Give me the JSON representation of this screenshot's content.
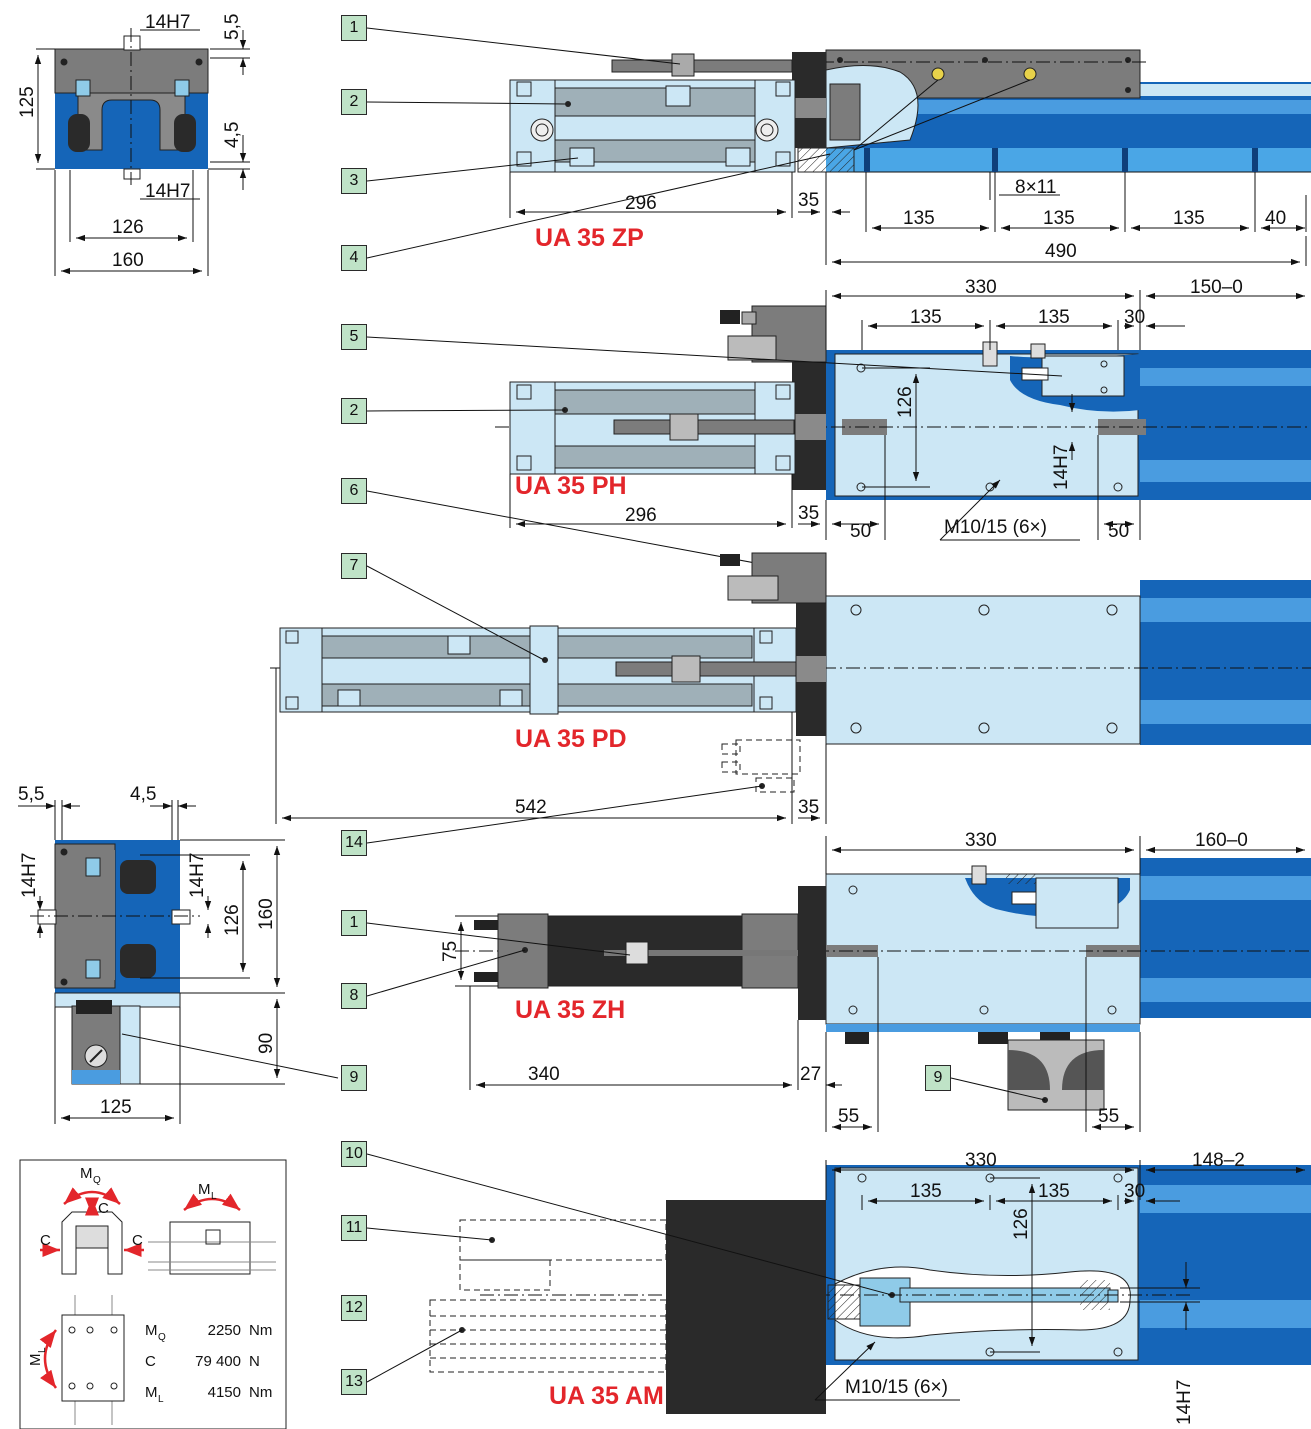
{
  "colors": {
    "blue_dark": "#1565b8",
    "blue_mid": "#4a9ce0",
    "blue_light": "#cce7f5",
    "steel_gray": "#8a8a8a",
    "dark_gray": "#3a3a3a",
    "callout_bg": "#bfe3c7",
    "model_label": "#e3262b"
  },
  "models": {
    "zp": "UA 35 ZP",
    "ph": "UA 35 PH",
    "pd": "UA 35 PD",
    "zh": "UA 35 ZH",
    "am": "UA 35 AM"
  },
  "callouts": {
    "c1a": "1",
    "c2a": "2",
    "c3": "3",
    "c4": "4",
    "c5": "5",
    "c2b": "2",
    "c6": "6",
    "c7": "7",
    "c14": "14",
    "c1b": "1",
    "c8": "8",
    "c9a": "9",
    "c9b": "9",
    "c10": "10",
    "c11": "11",
    "c12": "12",
    "c13": "13"
  },
  "dims": {
    "tl_14h7_top": "14H7",
    "tl_5_5": "5,5",
    "tl_125": "125",
    "tl_4_5": "4,5",
    "tl_14h7_bot": "14H7",
    "tl_126": "126",
    "tl_160": "160",
    "zp_296": "296",
    "zp_35": "35",
    "zp_8x11": "8×11",
    "zp_135a": "135",
    "zp_135b": "135",
    "zp_135c": "135",
    "zp_40": "40",
    "zp_490": "490",
    "ph_330": "330",
    "ph_150_0": "150–0",
    "ph_135a": "135",
    "ph_135b": "135",
    "ph_30": "30",
    "ph_126": "126",
    "ph_14h7": "14H7",
    "ph_296": "296",
    "ph_35": "35",
    "ph_50a": "50",
    "ph_m10": "M10/15 (6×)",
    "ph_50b": "50",
    "pd_542": "542",
    "pd_35": "35",
    "ml_5_5": "5,5",
    "ml_4_5": "4,5",
    "ml_14h7_left": "14H7",
    "ml_14h7_right": "14H7",
    "ml_126": "126",
    "ml_160": "160",
    "ml_90": "90",
    "ml_125": "125",
    "zh_330": "330",
    "zh_160_0": "160–0",
    "zh_75": "75",
    "zh_340": "340",
    "zh_27": "27",
    "zh_55a": "55",
    "zh_55b": "55",
    "am_330": "330",
    "am_148_2": "148–2",
    "am_135a": "135",
    "am_135b": "135",
    "am_30": "30",
    "am_126": "126",
    "am_m10": "M10/15 (6×)",
    "am_14h7": "14H7"
  },
  "legend": {
    "mq_label": "M",
    "mq_sub": "Q",
    "ml_label": "M",
    "ml_sub": "L",
    "c_top": "C",
    "c_left": "C",
    "c_right": "C",
    "ml_side": "M",
    "ml_side_sub": "L",
    "rows": [
      {
        "sym": "M",
        "sub": "Q",
        "value": "2250",
        "unit": "Nm"
      },
      {
        "sym": "C",
        "sub": "",
        "value": "79 400",
        "unit": "N"
      },
      {
        "sym": "M",
        "sub": "L",
        "value": "4150",
        "unit": "Nm"
      }
    ]
  }
}
